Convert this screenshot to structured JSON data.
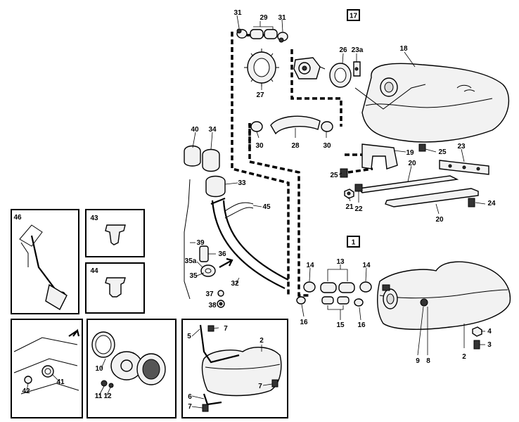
{
  "diagram": {
    "section_markers": {
      "upper": "17",
      "lower": "1"
    },
    "labels": {
      "l31a": "31",
      "l29": "29",
      "l31b": "31",
      "l26": "26",
      "l23a": "23a",
      "l18": "18",
      "l27": "27",
      "l40": "40",
      "l34": "34",
      "l30a": "30",
      "l28": "28",
      "l30b": "30",
      "l19": "19",
      "l25a": "25",
      "l23": "23",
      "l25b": "25",
      "l20a": "20",
      "l33": "33",
      "l45": "45",
      "l21": "21",
      "l22": "22",
      "l24": "24",
      "l20b": "20",
      "l46": "46",
      "l43": "43",
      "l44": "44",
      "l39": "39",
      "l36": "36",
      "l35a": "35a",
      "l35": "35",
      "l32": "32",
      "l37": "37",
      "l38": "38",
      "l14a": "14",
      "l13": "13",
      "l14b": "14",
      "l16a": "16",
      "l15": "15",
      "l16b": "16",
      "l4": "4",
      "l3": "3",
      "l9": "9",
      "l8": "8",
      "l2a": "2",
      "l5": "5",
      "l7a": "7",
      "l2b": "2",
      "l7b": "7",
      "l6": "6",
      "l7c": "7",
      "l10": "10",
      "l11": "11",
      "l12": "12",
      "l41": "41",
      "l42": "42"
    }
  }
}
